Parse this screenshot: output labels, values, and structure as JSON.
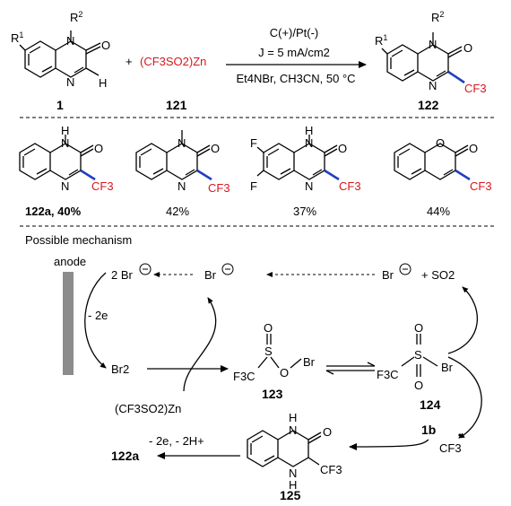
{
  "reaction": {
    "sub_r1": "R",
    "sub_r1_sup": "1",
    "sub_r2": "R",
    "sub_r2_sup": "2",
    "atom_n": "N",
    "atom_o": "O",
    "atom_h": "H",
    "plus": "+",
    "reagent": "(CF3SO2)Zn",
    "cond1": "C(+)/Pt(-)",
    "cond2": "J = 5 mA/cm2",
    "cond3": "Et4NBr, CH3CN, 50 °C",
    "cf3": "CF3",
    "label_sm": "1",
    "label_reagent": "121",
    "label_product": "122"
  },
  "products": [
    {
      "label": "122a, 40%"
    },
    {
      "label": "42%"
    },
    {
      "label": "37%"
    },
    {
      "label": "44%"
    }
  ],
  "product_atoms": {
    "f": "F",
    "cf3": "CF3",
    "n": "N",
    "h": "H",
    "o": "O"
  },
  "mechanism": {
    "title": "Possible mechanism",
    "anode": "anode",
    "two_br_minus": "2 Br",
    "br_minus_mid": "Br",
    "br_minus_right": "Br",
    "so2": "+ SO2",
    "minus_2e": "- 2e",
    "br2": "Br2",
    "reagent": "(CF3SO2)Zn",
    "f3c": "F3C",
    "s": "S",
    "o": "O",
    "br": "Br",
    "label_123": "123",
    "label_124": "124",
    "label_1b": "1b",
    "cf3_radical": "CF3",
    "minus_2e_2h": "- 2e, - 2H+",
    "label_122a": "122a",
    "label_125": "125",
    "n": "N",
    "h": "H",
    "cf3": "CF3"
  },
  "colors": {
    "red": "#d6181e",
    "blue": "#1f3fbf",
    "electrode": "#8c8c8c"
  }
}
